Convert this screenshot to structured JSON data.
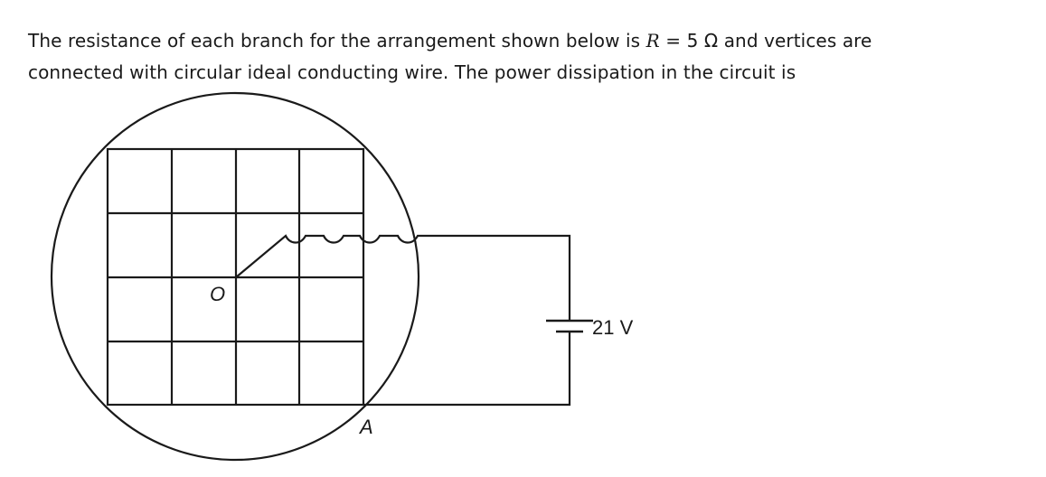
{
  "question": {
    "line1_pre": "The resistance of each branch for the arrangement shown below is ",
    "var": "R",
    "line1_eq": " = 5 Ω and vertices are",
    "line2": "connected with circular ideal conducting wire. The power dissipation in the circuit is"
  },
  "diagram": {
    "label_center": "O",
    "label_bottom": "A",
    "battery_label": "21 V",
    "grid_cells": 4
  }
}
